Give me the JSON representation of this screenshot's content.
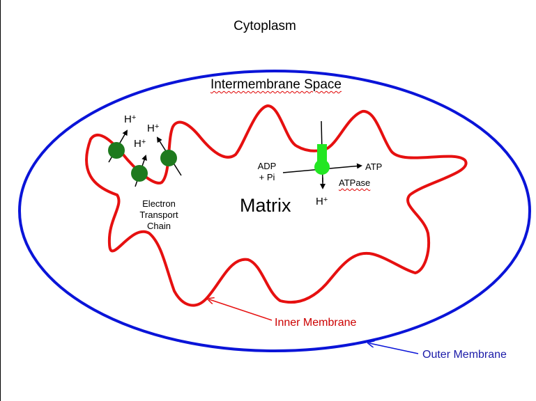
{
  "labels": {
    "cytoplasm": "Cytoplasm",
    "intermembrane_space": "Intermembrane Space",
    "matrix": "Matrix",
    "etc_line1": "Electron",
    "etc_line2": "Transport",
    "etc_line3": "Chain",
    "adp_line1": "ADP",
    "adp_line2": "+ Pi",
    "atp": "ATP",
    "atpase": "ATPase",
    "proton_base": "H",
    "proton_charge": "+",
    "inner_membrane": "Inner Membrane",
    "outer_membrane": "Outer Membrane"
  },
  "colors": {
    "outer_membrane": "#0a14d8",
    "inner_membrane": "#e61010",
    "etc_protein": "#1e7a1e",
    "atp_synthase": "#22e622",
    "outer_label": "#1a1aa8",
    "inner_label": "#cc0000"
  }
}
